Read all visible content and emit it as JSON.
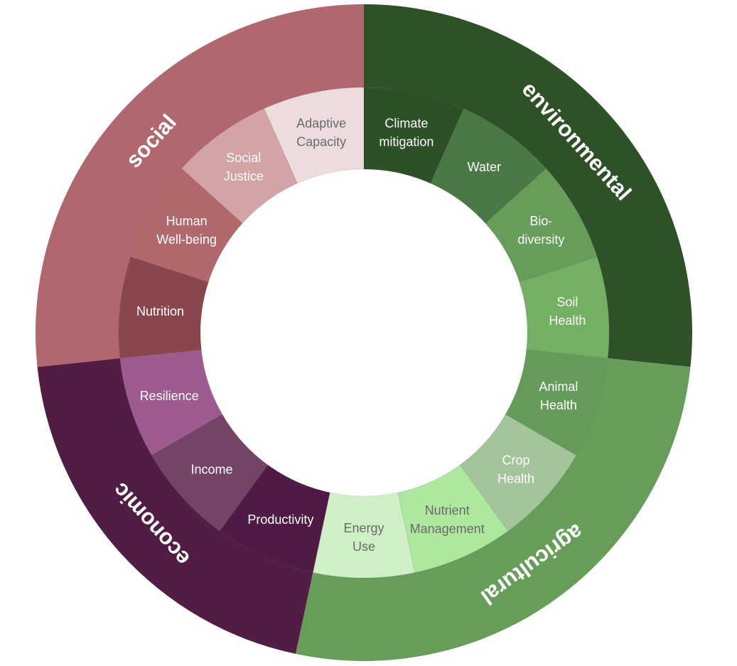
{
  "chart_data": {
    "type": "sunburst",
    "title": "",
    "categories": [
      {
        "name": "environmental",
        "color": "#2f5128",
        "text_color": "#ffffff",
        "children": [
          {
            "name": "Climate mitigation",
            "lines": [
              "Climate",
              "mitigation"
            ],
            "value": 1,
            "color": "#2e5029",
            "text_color": "#ffffff"
          },
          {
            "name": "Water",
            "lines": [
              "Water"
            ],
            "value": 1,
            "color": "#4b7945",
            "text_color": "#ffffff"
          },
          {
            "name": "Bio-diversity",
            "lines": [
              "Bio-",
              "diversity"
            ],
            "value": 1,
            "color": "#659d59",
            "text_color": "#ffffff"
          },
          {
            "name": "Soil Health",
            "lines": [
              "Soil",
              "Health"
            ],
            "value": 1,
            "color": "#74b063",
            "text_color": "#ffffff"
          }
        ]
      },
      {
        "name": "agricultural",
        "color": "#669d59",
        "text_color": "#ffffff",
        "children": [
          {
            "name": "Animal Health",
            "lines": [
              "Animal",
              "Health"
            ],
            "value": 1,
            "color": "#659b58",
            "text_color": "#ffffff"
          },
          {
            "name": "Crop Health",
            "lines": [
              "Crop",
              "Health"
            ],
            "value": 1,
            "color": "#a4c59b",
            "text_color": "#ffffff"
          },
          {
            "name": "Nutrient Management",
            "lines": [
              "Nutrient",
              "Management"
            ],
            "value": 1,
            "color": "#aee79e",
            "text_color": "#6b6b6b"
          },
          {
            "name": "Energy Use",
            "lines": [
              "Energy",
              "Use"
            ],
            "value": 1,
            "color": "#cff0c6",
            "text_color": "#6b6b6b"
          }
        ]
      },
      {
        "name": "economic",
        "color": "#521d45",
        "text_color": "#ffffff",
        "children": [
          {
            "name": "Productivity",
            "lines": [
              "Productivity"
            ],
            "value": 1,
            "color": "#4f1b45",
            "text_color": "#ffffff"
          },
          {
            "name": "Income",
            "lines": [
              "Income"
            ],
            "value": 1,
            "color": "#744467",
            "text_color": "#ffffff"
          },
          {
            "name": "Resilience",
            "lines": [
              "Resilience"
            ],
            "value": 1,
            "color": "#9d5b8f",
            "text_color": "#ffffff"
          }
        ]
      },
      {
        "name": "social",
        "color": "#b0686e",
        "text_color": "#ffffff",
        "children": [
          {
            "name": "Nutrition",
            "lines": [
              "Nutrition"
            ],
            "value": 1,
            "color": "#89464c",
            "text_color": "#ffffff"
          },
          {
            "name": "Human Well-being",
            "lines": [
              "Human",
              "Well-being"
            ],
            "value": 1,
            "color": "#b1696d",
            "text_color": "#ffffff"
          },
          {
            "name": "Social Justice",
            "lines": [
              "Social",
              "Justice"
            ],
            "value": 1,
            "color": "#d4a3a6",
            "text_color": "#ffffff"
          },
          {
            "name": "Adaptive Capacity",
            "lines": [
              "Adaptive",
              "Capacity"
            ],
            "value": 1,
            "color": "#eddcdd",
            "text_color": "#6b6b6b"
          }
        ]
      }
    ]
  }
}
